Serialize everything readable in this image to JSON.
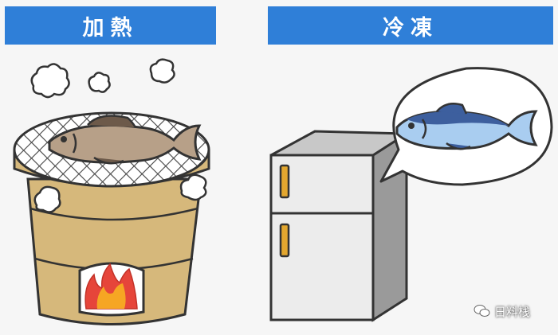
{
  "labels": {
    "heating": "加熱",
    "freezing": "冷凍"
  },
  "watermark": {
    "text": "日料栈",
    "icon": "wechat-icon"
  },
  "colors": {
    "banner": "#2f7fd8",
    "pot": "#d6b87b",
    "fish_grilled": "#b7a088",
    "fish_frozen": "#a9cdf0",
    "fish_frozen_back": "#3d5f9e",
    "fridge": "#ececec",
    "fridge_handle": "#e3a72f",
    "flame_outer": "#e6453a",
    "flame_inner": "#f6a623"
  }
}
